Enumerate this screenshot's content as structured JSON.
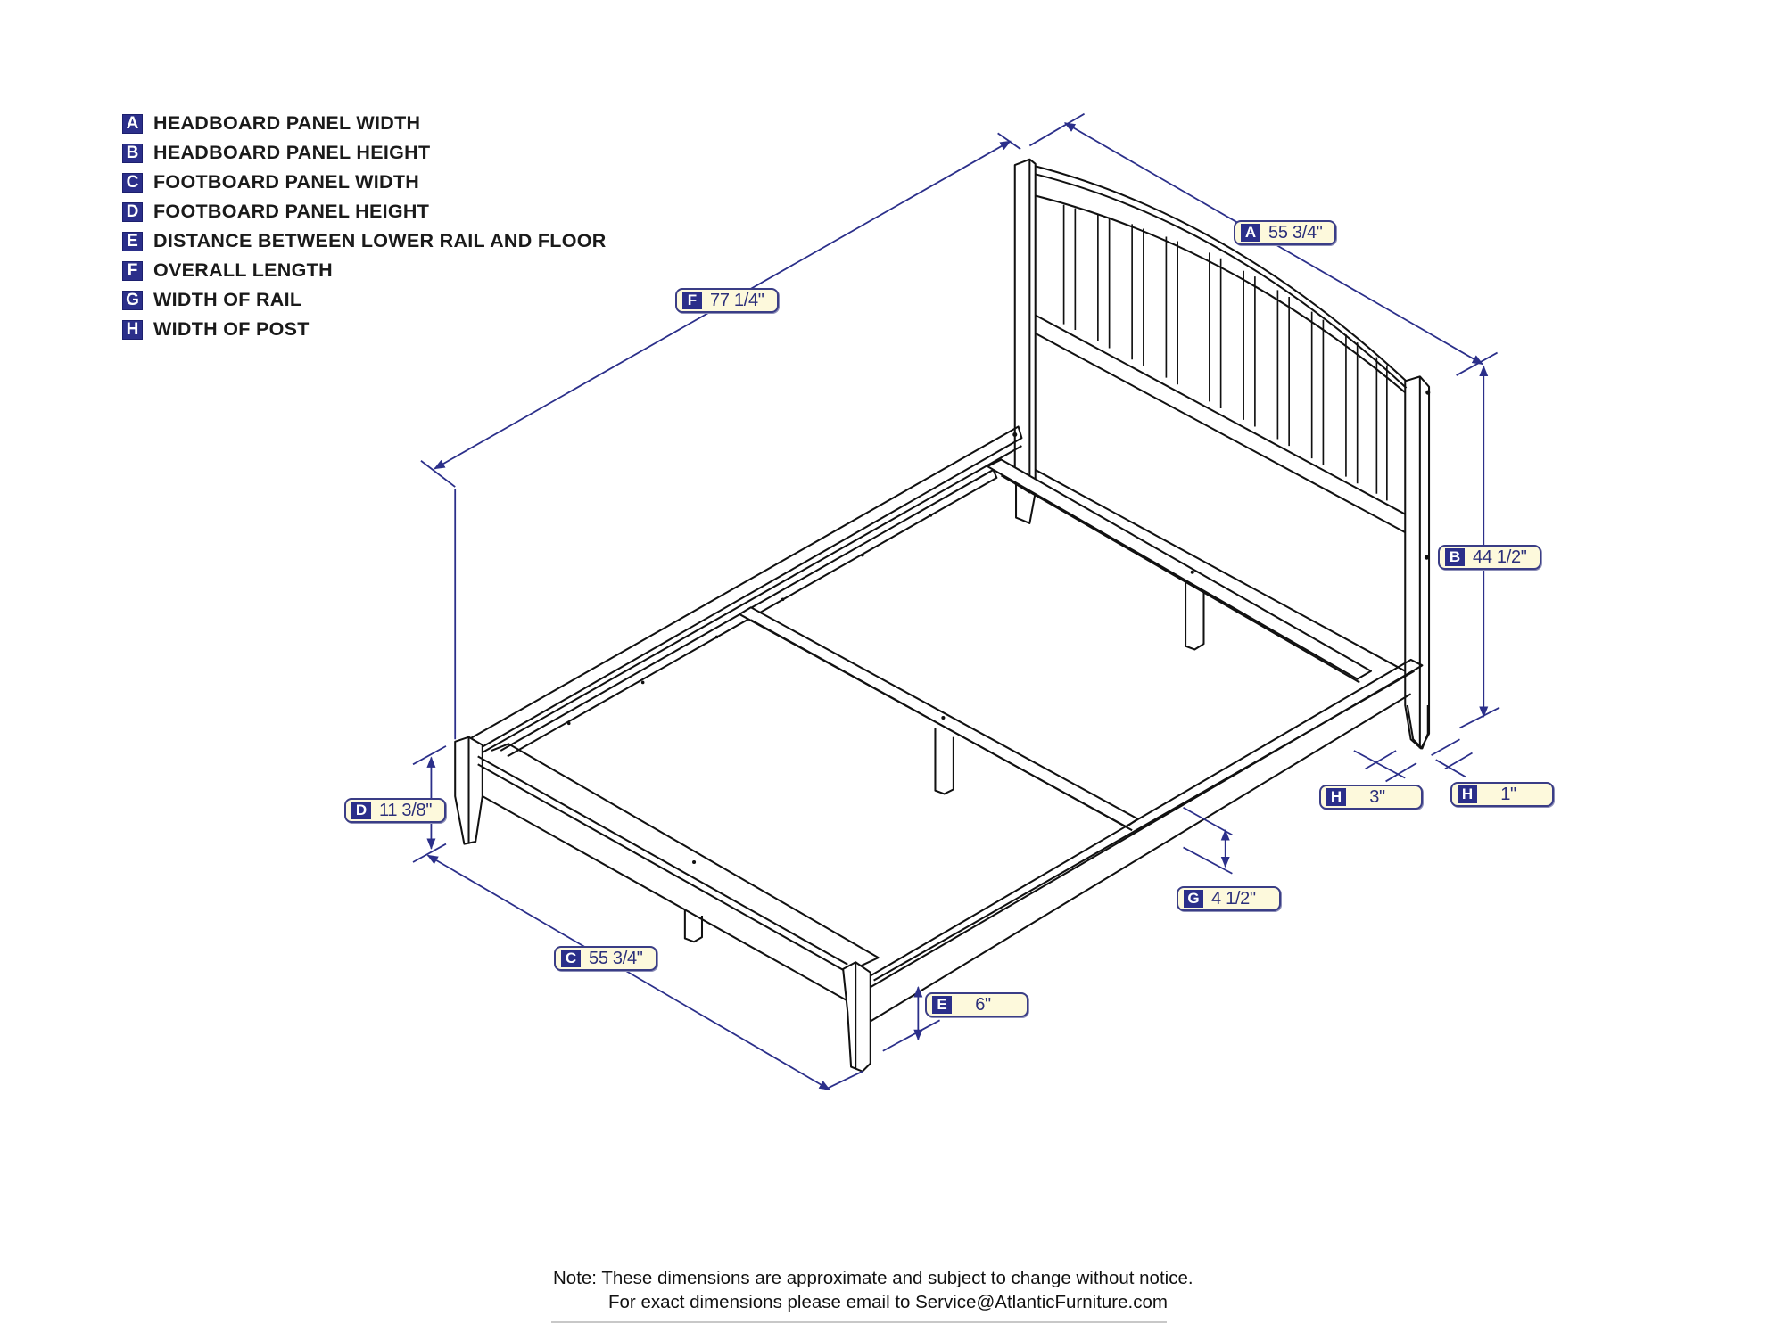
{
  "legend": {
    "items": [
      {
        "key": "A",
        "label": "HEADBOARD PANEL WIDTH"
      },
      {
        "key": "B",
        "label": "HEADBOARD PANEL HEIGHT"
      },
      {
        "key": "C",
        "label": "FOOTBOARD PANEL WIDTH"
      },
      {
        "key": "D",
        "label": "FOOTBOARD PANEL HEIGHT"
      },
      {
        "key": "E",
        "label": "DISTANCE BETWEEN LOWER RAIL AND FLOOR"
      },
      {
        "key": "F",
        "label": "OVERALL LENGTH"
      },
      {
        "key": "G",
        "label": "WIDTH OF RAIL"
      },
      {
        "key": "H",
        "label": "WIDTH OF POST"
      }
    ]
  },
  "dimensions": {
    "A": {
      "key": "A",
      "value": "55 3/4\""
    },
    "B": {
      "key": "B",
      "value": "44 1/2\""
    },
    "C": {
      "key": "C",
      "value": "55 3/4\""
    },
    "D": {
      "key": "D",
      "value": "11 3/8\""
    },
    "E": {
      "key": "E",
      "value": "6\""
    },
    "F": {
      "key": "F",
      "value": "77 1/4\""
    },
    "G": {
      "key": "G",
      "value": "4 1/2\""
    },
    "H_front": {
      "key": "H",
      "value": "3\""
    },
    "H_side": {
      "key": "H",
      "value": "1\""
    }
  },
  "colors": {
    "dimension_line": "#2b2f8a",
    "label_fill": "#fdf9dc",
    "key_fill": "#2b2f8a",
    "drawing_line": "#111111"
  },
  "note": {
    "line1": "Note:  These dimensions are approximate and subject to change without notice.",
    "line2": "For exact dimensions please email to Service@AtlanticFurniture.com"
  }
}
